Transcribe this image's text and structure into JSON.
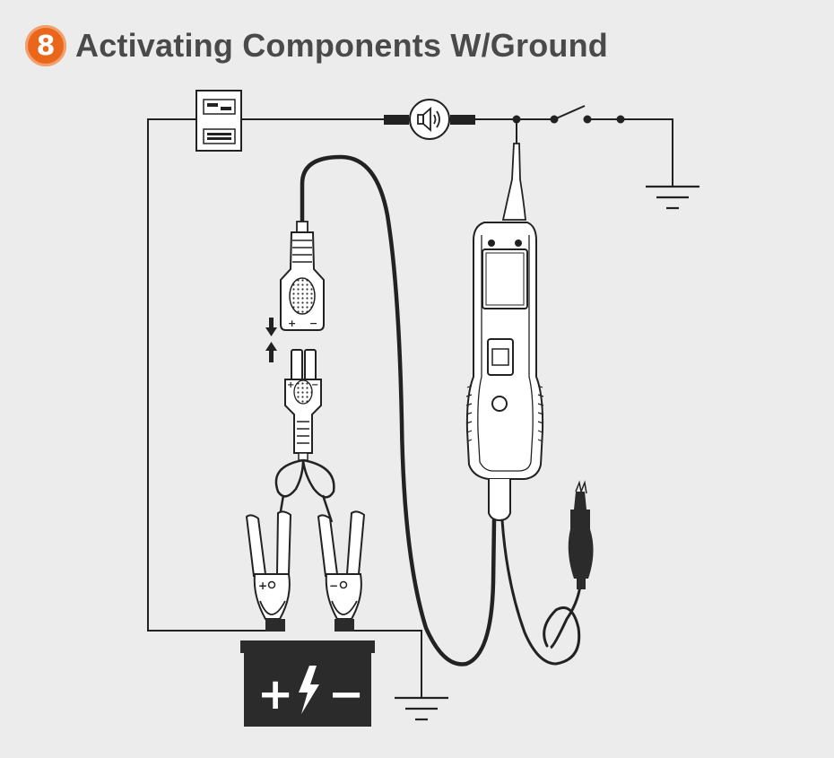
{
  "step": {
    "number": "8"
  },
  "title": "Activating Components W/Ground",
  "connector": {
    "plus": "+",
    "minus": "−"
  },
  "clamps": {
    "positive": "+",
    "negative": "−"
  },
  "battery": {
    "symbol_plus": "+",
    "symbol_minus": "−"
  },
  "colors": {
    "accent": "#e9661a",
    "line": "#222222",
    "battery": "#2b2b2b",
    "background": "#ececec"
  },
  "icons": [
    "speaker-icon",
    "ground-symbol",
    "switch-symbol",
    "fuse-block",
    "lightning-bolt-icon",
    "arrow-down-icon",
    "arrow-up-icon"
  ]
}
